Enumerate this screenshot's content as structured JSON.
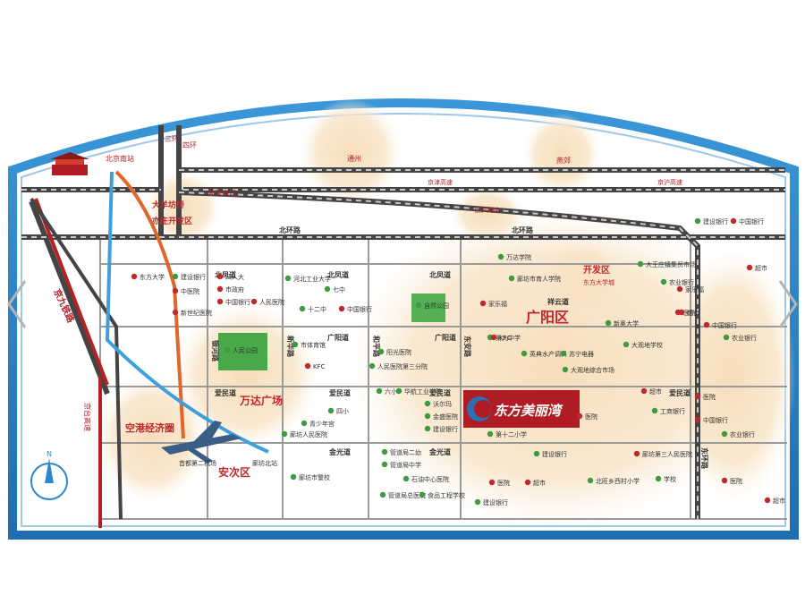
{
  "landmarks": {
    "beijing_south": "北京南站",
    "san_huan": "三环",
    "si_huan": "四环",
    "tongzhou": "通州",
    "yanjiao": "燕郊",
    "daxing_airport_line": "大羊坊桥",
    "yizhuang": "亦庄开发区",
    "caiyu_exit": "采育出口",
    "jingjin_highway_a": "京津高速",
    "jinghu_highway": "京沪高速",
    "jinghu_highway_b": "京沪高速",
    "kaifa_qu": "开发区",
    "dongfang_univ": "东方大学城",
    "airport_zone": "空港经济圈",
    "beijing_second_airport": "首都第二机场",
    "anci_district": "安次区",
    "guangyang_district": "广阳区",
    "wanda_plaza": "万达广场",
    "dongfang_meili": "东方美丽湾",
    "langfang_station": "廊坊北站",
    "jingjiu_railway": "京九铁路",
    "jingtai_highway": "京台高速",
    "compass_n": "N"
  },
  "roads": {
    "beihuan_a": "北环路",
    "beihuan_b": "北环路",
    "beifeng_a": "北凤道",
    "beifeng_b": "北凤道",
    "beifeng_c": "北凤道",
    "xiangyun": "祥云道",
    "yinhe_lu": "银河路",
    "xinhua_lu": "新华路",
    "guangyang_dao": "广阳道",
    "heping_lu": "和平路",
    "guangyang_dao_b": "广阳道",
    "dongan_lu": "东安路",
    "aimin_a": "爱民道",
    "aimin_b": "爱民道",
    "aimin_c": "爱民道",
    "aimin_d": "爱民道",
    "jinguang_a": "金光道",
    "jinguang_b": "金光道",
    "donghuan": "东环路"
  },
  "pois": [
    {
      "kind": "red",
      "label": "东方大学"
    },
    {
      "kind": "red",
      "label": "中医院"
    },
    {
      "kind": "red",
      "label": "新世纪医院"
    },
    {
      "kind": "green",
      "label": "建设银行"
    },
    {
      "kind": "red",
      "label": "四人大"
    },
    {
      "kind": "red",
      "label": "市政府"
    },
    {
      "kind": "red",
      "label": "中国银行"
    },
    {
      "kind": "red",
      "label": "人民医院"
    },
    {
      "kind": "green",
      "label": "河北工业大学"
    },
    {
      "kind": "green",
      "label": "七中"
    },
    {
      "kind": "green",
      "label": "十二中"
    },
    {
      "kind": "red",
      "label": "中国银行"
    },
    {
      "kind": "green",
      "label": "市体育馆"
    },
    {
      "kind": "green",
      "label": "万达学院"
    },
    {
      "kind": "green",
      "label": "廊坊市育人学院"
    },
    {
      "kind": "green",
      "label": "第九中学"
    },
    {
      "kind": "green",
      "label": "阳光医院"
    },
    {
      "kind": "green",
      "label": "人民医院第三分院"
    },
    {
      "kind": "green",
      "label": "新奥大学"
    },
    {
      "kind": "green",
      "label": "大观地学校"
    },
    {
      "kind": "green",
      "label": "英典水产调料"
    },
    {
      "kind": "green",
      "label": "苏宁电器"
    },
    {
      "kind": "green",
      "label": "大观地综合市场"
    },
    {
      "kind": "green",
      "label": "大王庄镇集贸市场"
    },
    {
      "kind": "red",
      "label": "医院"
    },
    {
      "kind": "red",
      "label": "超市"
    },
    {
      "kind": "green",
      "label": "建设银行"
    },
    {
      "kind": "red",
      "label": "中国银行"
    },
    {
      "kind": "green",
      "label": "农业银行"
    },
    {
      "kind": "green",
      "label": "六小"
    },
    {
      "kind": "green",
      "label": "华航工业学院"
    },
    {
      "kind": "green",
      "label": "沃尔玛"
    },
    {
      "kind": "green",
      "label": "金盛医院"
    },
    {
      "kind": "green",
      "label": "建设银行"
    },
    {
      "kind": "green",
      "label": "第十二小学"
    },
    {
      "kind": "red",
      "label": "医院"
    },
    {
      "kind": "red",
      "label": "超市"
    },
    {
      "kind": "red",
      "label": "中国银行"
    },
    {
      "kind": "green",
      "label": "农业银行"
    },
    {
      "kind": "green",
      "label": "建设银行"
    },
    {
      "kind": "red",
      "label": "廊坊第三人民医院"
    },
    {
      "kind": "green",
      "label": "管道局二幼"
    },
    {
      "kind": "green",
      "label": "管道局中学"
    },
    {
      "kind": "green",
      "label": "石油中心医院"
    },
    {
      "kind": "green",
      "label": "管道局总医院"
    },
    {
      "kind": "green",
      "label": "食品工程学校"
    },
    {
      "kind": "red",
      "label": "医院"
    },
    {
      "kind": "red",
      "label": "超市"
    },
    {
      "kind": "green",
      "label": "北旺乡西村小学"
    },
    {
      "kind": "green",
      "label": "学校"
    },
    {
      "kind": "green",
      "label": "建设银行"
    },
    {
      "kind": "red",
      "label": "医院"
    },
    {
      "kind": "red",
      "label": "超市"
    },
    {
      "kind": "green",
      "label": "四小"
    },
    {
      "kind": "green",
      "label": "青少年宫"
    },
    {
      "kind": "green",
      "label": "廊坊市警校"
    },
    {
      "kind": "green",
      "label": "廊坊人民医院"
    },
    {
      "kind": "red",
      "label": "KFC"
    },
    {
      "kind": "red",
      "label": "KFC"
    },
    {
      "kind": "red",
      "label": "家乐福"
    },
    {
      "kind": "red",
      "label": "家乐福"
    },
    {
      "kind": "green",
      "label": "农业银行"
    },
    {
      "kind": "red",
      "label": "超市"
    },
    {
      "kind": "red",
      "label": "中国银行"
    },
    {
      "kind": "green",
      "label": "工商银行"
    },
    {
      "kind": "red",
      "label": "医院"
    },
    {
      "kind": "green",
      "label": "人民公园"
    },
    {
      "kind": "green",
      "label": "自然公园"
    }
  ],
  "colors": {
    "frame_blue": "#2e86cc",
    "road_grey": "#4d4d4d",
    "road_fill": "#9a9a9a",
    "railway_red": "#b22222",
    "metro_orange": "#e2662a",
    "metro_blue": "#3fa0dc",
    "halo": "#f3d7b0",
    "poi_red": "#c0282f",
    "poi_green": "#3e9a3e",
    "district_red": "#c0262c",
    "banner_red": "#b01c24"
  }
}
